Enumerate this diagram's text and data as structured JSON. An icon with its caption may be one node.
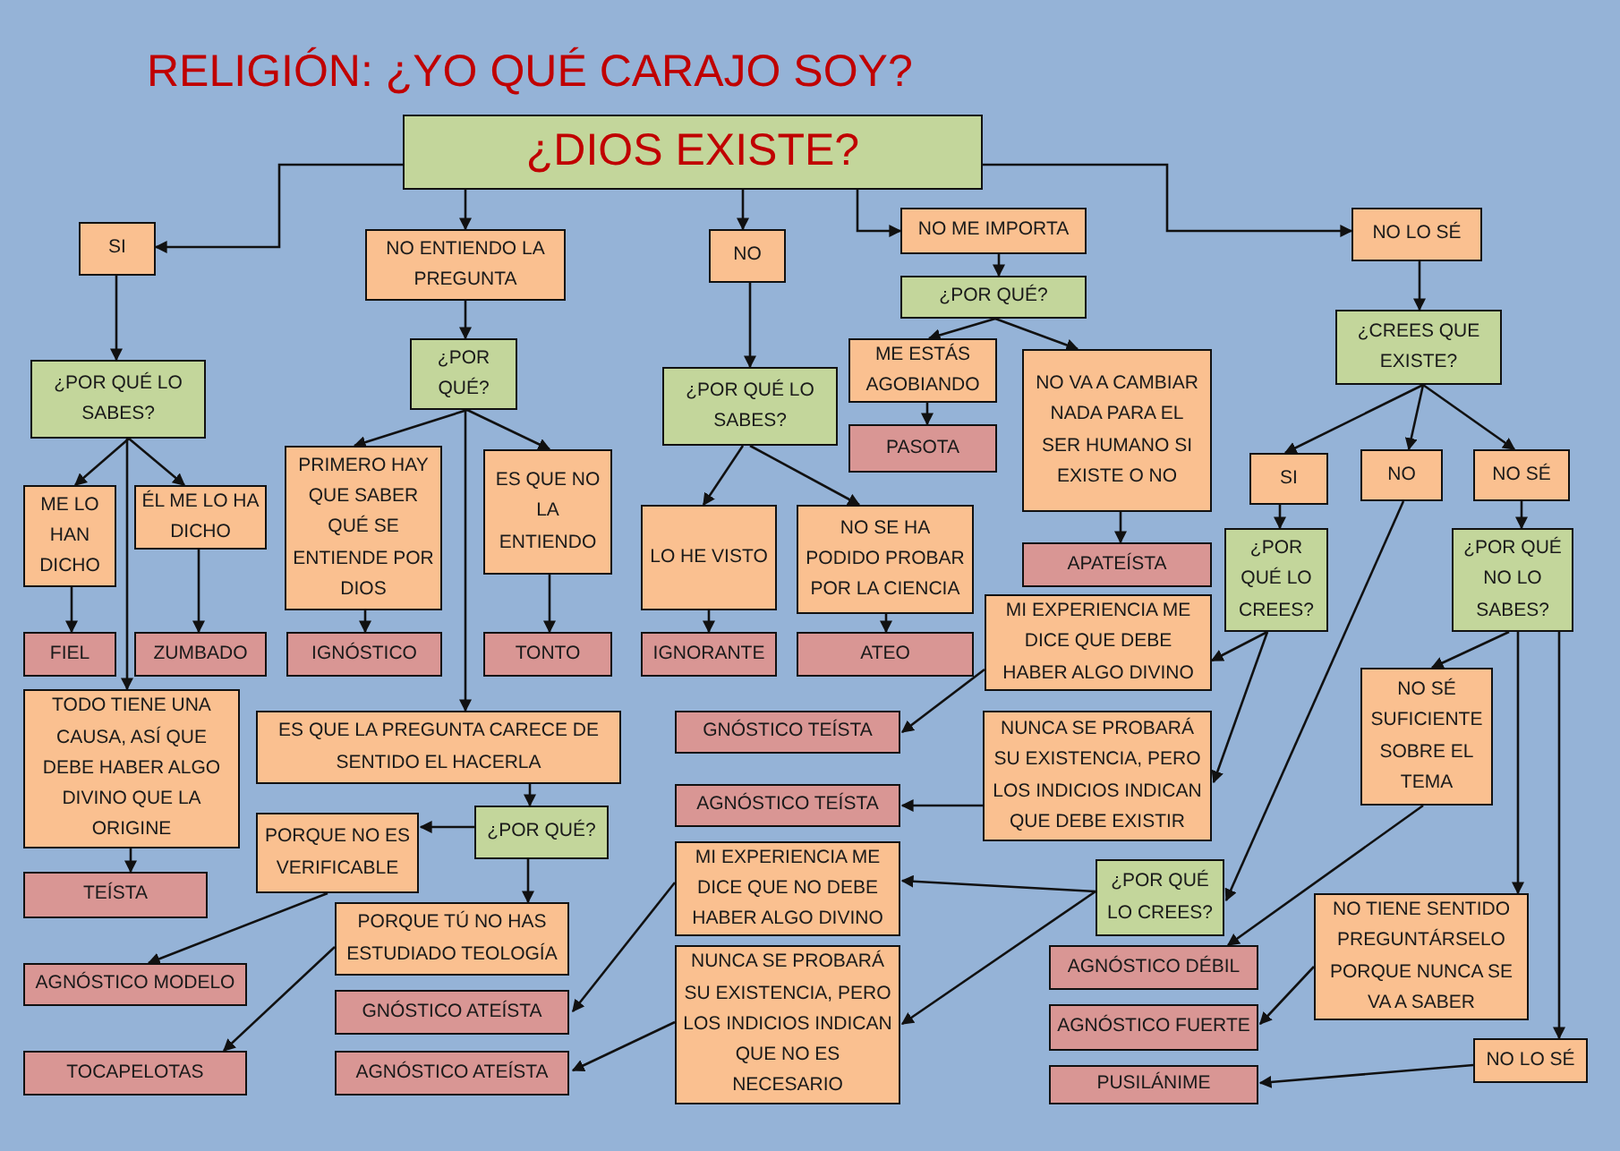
{
  "diagram": {
    "title": "RELIGIÓN: ¿YO QUÉ CARAJO SOY?",
    "nodes": [
      {
        "text": [
          "¿DIOS EXISTE?"
        ]
      },
      {
        "text": [
          "SI"
        ]
      },
      {
        "text": [
          "NO ENTIENDO LA PREGUNTA"
        ]
      },
      {
        "text": [
          "NO"
        ]
      },
      {
        "text": [
          "NO ME IMPORTA"
        ]
      },
      {
        "text": [
          "NO LO SÉ"
        ]
      },
      {
        "text": [
          "¿POR QUÉ LO SABES?"
        ]
      },
      {
        "text": [
          "¿POR QUÉ?"
        ]
      },
      {
        "text": [
          "¿POR QUÉ LO SABES?"
        ]
      },
      {
        "text": [
          "¿POR QUÉ?"
        ]
      },
      {
        "text": [
          "¿CREES QUE EXISTE?"
        ]
      },
      {
        "text": [
          "ME LO HAN DICHO"
        ]
      },
      {
        "text": [
          "ÉL ME LO HA DICHO"
        ]
      },
      {
        "text": [
          "PRIMERO HAY QUE SABER QUÉ SE ENTIENDE POR DIOS"
        ]
      },
      {
        "text": [
          "ES QUE NO LA ENTIENDO"
        ]
      },
      {
        "text": [
          "LO HE VISTO"
        ]
      },
      {
        "text": [
          "NO SE HA PODIDO PROBAR POR LA CIENCIA"
        ]
      },
      {
        "text": [
          "ME ESTÁS AGOBIANDO"
        ]
      },
      {
        "text": [
          "NO VA A CAMBIAR NADA PARA EL SER HUMANO SI EXISTE O NO"
        ]
      },
      {
        "text": [
          "SI"
        ]
      },
      {
        "text": [
          "NO"
        ]
      },
      {
        "text": [
          "NO SÉ"
        ]
      },
      {
        "text": [
          "¿POR QUÉ LO CREES?"
        ]
      },
      {
        "text": [
          "¿POR QUÉ NO LO SABES?"
        ]
      },
      {
        "text": [
          "FIEL"
        ]
      },
      {
        "text": [
          "ZUMBADO"
        ]
      },
      {
        "text": [
          "IGNÓSTICO"
        ]
      },
      {
        "text": [
          "TONTO"
        ]
      },
      {
        "text": [
          "IGNORANTE"
        ]
      },
      {
        "text": [
          "ATEO"
        ]
      },
      {
        "text": [
          "PASOTA"
        ]
      },
      {
        "text": [
          "APATEÍSTA"
        ]
      },
      {
        "text": [
          "TODO TIENE UNA CAUSA, ASÍ QUE DEBE HABER ALGO DIVINO QUE LA ORIGINE"
        ]
      },
      {
        "text": [
          "ES QUE LA PREGUNTA CARECE DE SENTIDO EL HACERLA"
        ]
      },
      {
        "text": [
          "MI EXPERIENCIA ME DICE QUE DEBE HABER ALGO DIVINO"
        ]
      },
      {
        "text": [
          "NO SÉ SUFICIENTE SOBRE EL TEMA"
        ]
      },
      {
        "text": [
          "¿POR QUÉ?"
        ]
      },
      {
        "text": [
          "PORQUE NO ES VERIFICABLE"
        ]
      },
      {
        "text": [
          "GNÓSTICO TEÍSTA"
        ]
      },
      {
        "text": [
          "NUNCA SE PROBARÁ SU EXISTENCIA, PERO LOS INDICIOS INDICAN QUE DEBE EXISTIR"
        ]
      },
      {
        "text": [
          "AGNÓSTICO TEÍSTA"
        ]
      },
      {
        "text": [
          "TEÍSTA"
        ]
      },
      {
        "text": [
          "PORQUE TÚ NO HAS ESTUDIADO TEOLOGÍA"
        ]
      },
      {
        "text": [
          "MI EXPERIENCIA ME DICE QUE NO DEBE HABER ALGO DIVINO"
        ]
      },
      {
        "text": [
          "¿POR QUÉ LO CREES?"
        ]
      },
      {
        "text": [
          "NO TIENE SENTIDO PREGUNTÁRSELO PORQUE NUNCA SE VA A SABER"
        ]
      },
      {
        "text": [
          "AGNÓSTICO MODELO"
        ]
      },
      {
        "text": [
          "GNÓSTICO ATEÍSTA"
        ]
      },
      {
        "text": [
          "NUNCA SE PROBARÁ SU EXISTENCIA, PERO LOS INDICIOS INDICAN QUE NO ES NECESARIO"
        ]
      },
      {
        "text": [
          "AGNÓSTICO DÉBIL"
        ]
      },
      {
        "text": [
          "AGNÓSTICO FUERTE"
        ]
      },
      {
        "text": [
          "NO LO SÉ"
        ]
      },
      {
        "text": [
          "AGNÓSTICO ATEÍSTA"
        ]
      },
      {
        "text": [
          "TOCAPELOTAS"
        ]
      },
      {
        "text": [
          "PUSILÁNIME"
        ]
      }
    ],
    "edges": [
      {
        "from": 0,
        "to": 1,
        "arrow": "to"
      },
      {
        "from": 0,
        "to": 2,
        "arrow": "to"
      },
      {
        "from": 0,
        "to": 3,
        "arrow": "to"
      },
      {
        "from": 0,
        "to": 4,
        "arrow": "to"
      },
      {
        "from": 0,
        "to": 5,
        "arrow": "to"
      },
      {
        "from": 1,
        "to": 6,
        "arrow": "to"
      },
      {
        "from": 6,
        "to": 11,
        "arrow": "to"
      },
      {
        "from": 6,
        "to": 12,
        "arrow": "to"
      },
      {
        "from": 6,
        "to": 32,
        "arrow": "to"
      },
      {
        "from": 11,
        "to": 24,
        "arrow": "to"
      },
      {
        "from": 12,
        "to": 25,
        "arrow": "to"
      },
      {
        "from": 2,
        "to": 7,
        "arrow": "to"
      },
      {
        "from": 7,
        "to": 13,
        "arrow": "to"
      },
      {
        "from": 7,
        "to": 14,
        "arrow": "to"
      },
      {
        "from": 7,
        "to": 33,
        "arrow": "to"
      },
      {
        "from": 13,
        "to": 26,
        "arrow": "to"
      },
      {
        "from": 14,
        "to": 27,
        "arrow": "to"
      },
      {
        "from": 3,
        "to": 8,
        "arrow": "to"
      },
      {
        "from": 8,
        "to": 15,
        "arrow": "to"
      },
      {
        "from": 8,
        "to": 16,
        "arrow": "to"
      },
      {
        "from": 15,
        "to": 28,
        "arrow": "to"
      },
      {
        "from": 16,
        "to": 29,
        "arrow": "to"
      },
      {
        "from": 4,
        "to": 9,
        "arrow": "to"
      },
      {
        "from": 9,
        "to": 17,
        "arrow": "to"
      },
      {
        "from": 9,
        "to": 18,
        "arrow": "to"
      },
      {
        "from": 17,
        "to": 30,
        "arrow": "to"
      },
      {
        "from": 18,
        "to": 31,
        "arrow": "to"
      },
      {
        "from": 5,
        "to": 10,
        "arrow": "to"
      },
      {
        "from": 10,
        "to": 19,
        "arrow": "to"
      },
      {
        "from": 10,
        "to": 20,
        "arrow": "to"
      },
      {
        "from": 10,
        "to": 21,
        "arrow": "to"
      },
      {
        "from": 19,
        "to": 22,
        "arrow": "to"
      },
      {
        "from": 22,
        "to": 34,
        "arrow": "to"
      },
      {
        "from": 22,
        "to": 39,
        "arrow": "to"
      },
      {
        "from": 20,
        "to": 44,
        "arrow": "to"
      },
      {
        "from": 21,
        "to": 23,
        "arrow": "to"
      },
      {
        "from": 23,
        "to": 35,
        "arrow": "to"
      },
      {
        "from": 23,
        "to": 45,
        "arrow": "to"
      },
      {
        "from": 23,
        "to": 51,
        "arrow": "to"
      },
      {
        "from": 35,
        "to": 49,
        "arrow": "to"
      },
      {
        "from": 45,
        "to": 50,
        "arrow": "to"
      },
      {
        "from": 51,
        "to": 54,
        "arrow": "to"
      },
      {
        "from": 34,
        "to": 38,
        "arrow": "to"
      },
      {
        "from": 39,
        "to": 40,
        "arrow": "to"
      },
      {
        "from": 44,
        "to": 43,
        "arrow": "to"
      },
      {
        "from": 44,
        "to": 48,
        "arrow": "to"
      },
      {
        "from": 33,
        "to": 36,
        "arrow": "to"
      },
      {
        "from": 36,
        "to": 37,
        "arrow": "to"
      },
      {
        "from": 36,
        "to": 42,
        "arrow": "to"
      },
      {
        "from": 37,
        "to": 46,
        "arrow": "to"
      },
      {
        "from": 42,
        "to": 53,
        "arrow": "to"
      },
      {
        "from": 43,
        "to": 47,
        "arrow": "to"
      },
      {
        "from": 48,
        "to": 52,
        "arrow": "to"
      },
      {
        "from": 32,
        "to": 41,
        "arrow": "to"
      }
    ]
  }
}
